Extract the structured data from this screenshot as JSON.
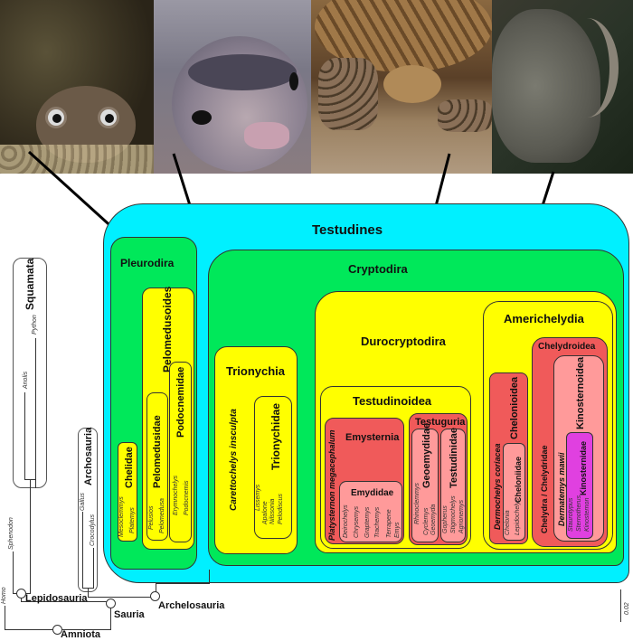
{
  "photos": [
    {
      "name": "side-necked-turtle-photo",
      "subject": "Pleurodira representative"
    },
    {
      "name": "pig-nosed-turtle-photo",
      "subject": "Carettochelys insculpta"
    },
    {
      "name": "tortoise-photo",
      "subject": "Durocryptodira representative (tortoise)"
    },
    {
      "name": "snapping-turtle-photo",
      "subject": "Americhelydia representative (snapping turtle)"
    }
  ],
  "clades": {
    "testudines": "Testudines",
    "pleurodira": "Pleurodira",
    "cryptodira": "Cryptodira",
    "pelomedusoides": "Pelomedusoides",
    "chelidae": "Chelidae",
    "pelomedusidae": "Pelomedusidae",
    "podocnemidae": "Podocnemidae",
    "trionychia": "Trionychia",
    "carettochelys": "Carettochelys insculpta",
    "trionychidae": "Trionychidae",
    "durocryptodira": "Durocryptodira",
    "testudinoidea": "Testudinoidea",
    "emysternia": "Emysternia",
    "platysternon": "Platysternon megacephalum",
    "emydidae": "Emydidae",
    "testuguria": "Testuguria",
    "geoemydidae": "Geoemydidae",
    "testudinidae": "Testudinidae",
    "americhelydia": "Americhelydia",
    "chelonioidea": "Chelonioidea",
    "dermochelys": "Dermochelys coriacea",
    "cheloniidae": "Cheloniidae",
    "chelydroidea": "Chelydroidea",
    "chelydridae": "Chelydra / Chelydridae",
    "kinosternoidea": "Kinosternoidea",
    "dermatemys": "Dermatemys mawii",
    "kinosternidae": "Kinosternidae",
    "squamata": "Squamata",
    "archosauria": "Archosauria",
    "lepidosauria": "Lepidosauria",
    "sauria": "Sauria",
    "archelosauria": "Archelosauria",
    "amniota": "Amniota"
  },
  "taxa": {
    "chelidae": [
      "Mesoclemmys",
      "Platemys"
    ],
    "pelomedusidae": [
      "Pelusios",
      "Pelomedusa"
    ],
    "podocnemidae": [
      "Erymnochelys",
      "Podocnemis"
    ],
    "trionychidae": [
      "Lissemys",
      "Apalone",
      "Nilssonia",
      "Pelodiscus"
    ],
    "emydidae": [
      "Deirochelys",
      "Chrysemys",
      "Graptemys",
      "Trachemys",
      "Terrapene",
      "Emys"
    ],
    "geoemydidae": [
      "Rhinoclemmys",
      "Cyclemys",
      "Geoemyda"
    ],
    "testudinidae": [
      "Gopherus",
      "Stigmochelys",
      "Agrionemys"
    ],
    "cheloniidae": [
      "Chelonia",
      "Lepidochelys"
    ],
    "kinosternidae": [
      "Staurotypus",
      "Sternotherus",
      "Kinosternon"
    ],
    "squamata": [
      "Anolis",
      "Python"
    ],
    "archosauria": [
      "Gallus",
      "Crocodylus"
    ],
    "outgroup": [
      "Sphenodon",
      "Homo"
    ]
  },
  "scale_bar": "0.02",
  "colors": {
    "testudines": "#00f0ff",
    "green": "#00e85a",
    "yellow": "#ffff00",
    "red": "#f05a5a",
    "pink": "#ff9a9a",
    "magenta": "#e040e0"
  }
}
